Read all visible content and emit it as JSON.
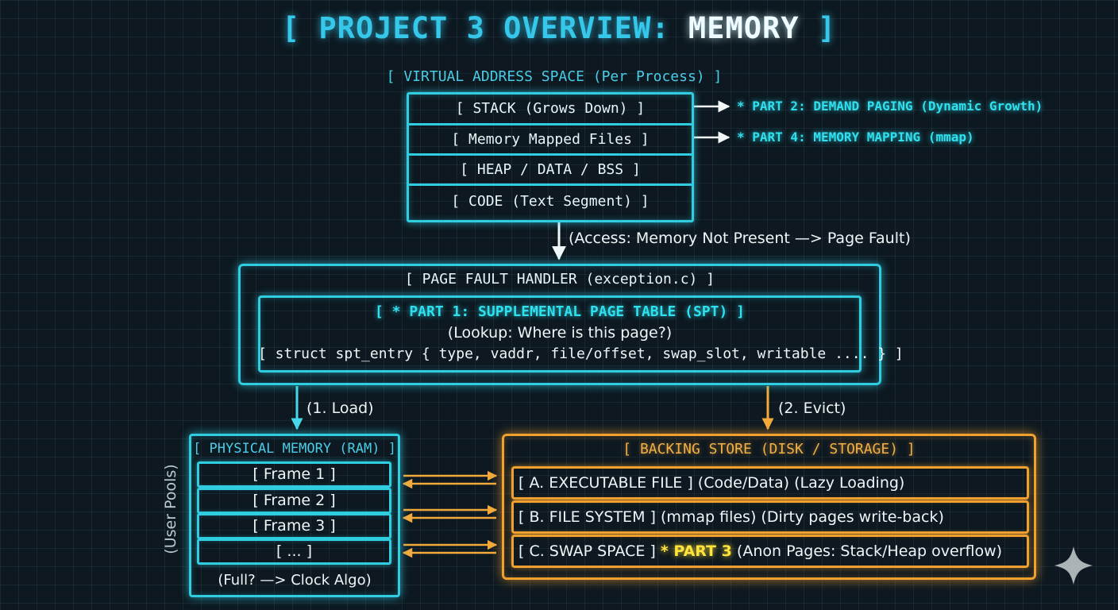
{
  "title": {
    "prefix": "[ PROJECT 3 OVERVIEW:",
    "highlight": "MEMORY",
    "suffix": "]"
  },
  "virtual_address_space": {
    "label": "[ VIRTUAL ADDRESS SPACE (Per Process) ]",
    "segments": [
      "[ STACK (Grows Down) ]",
      "[ Memory Mapped Files ]",
      "[ HEAP / DATA / BSS ]",
      "[ CODE (Text Segment) ]"
    ],
    "annotations": {
      "stack": "* PART 2: DEMAND PAGING (Dynamic Growth)",
      "mmap": "* PART 4: MEMORY MAPPING (mmap)"
    }
  },
  "fault_arrow_label": "(Access: Memory Not Present —> Page Fault)",
  "page_fault_handler": {
    "label": "[ PAGE FAULT HANDLER (exception.c) ]",
    "spt": {
      "title": "[ * PART 1: SUPPLEMENTAL PAGE TABLE (SPT) ]",
      "subtitle": "(Lookup: Where is this page?)",
      "struct": "[ struct spt_entry { type, vaddr, file/offset, swap_slot, writable .... } ]"
    }
  },
  "edges": {
    "load": "(1. Load)",
    "evict": "(2. Evict)"
  },
  "physical_memory": {
    "label": "[ PHYSICAL MEMORY (RAM) ]",
    "frames": [
      "[ Frame 1 ]",
      "[ Frame 2 ]",
      "[ Frame 3 ]",
      "[ ... ]"
    ],
    "footer": "(Full? —> Clock Algo)",
    "side_label": "(User Pools)"
  },
  "backing_store": {
    "label": "[ BACKING STORE (DISK / STORAGE) ]",
    "rows": [
      {
        "text": "[ A. EXECUTABLE FILE ] (Code/Data) (Lazy Loading)"
      },
      {
        "text": "[ B. FILE SYSTEM ] (mmap files) (Dirty pages write-back)"
      },
      {
        "pre": "[ C. SWAP SPACE ]",
        "highlight": "* PART 3",
        "post": "(Anon Pages: Stack/Heap overflow)"
      }
    ]
  },
  "colors": {
    "cyan": "#30cde0",
    "orange": "#f0a02e",
    "highlight_yellow": "#ffe23a",
    "background": "#0d1820"
  }
}
